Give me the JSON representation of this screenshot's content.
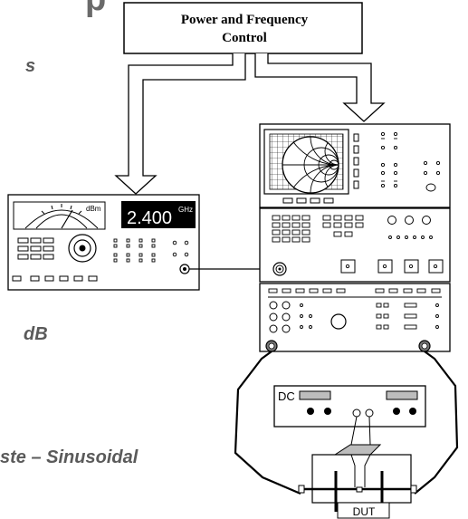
{
  "slide_text_fragments": {
    "title_fragment": "p",
    "fragment_s": "s",
    "fragment_db": "dB",
    "fragment_bottom": "ste – Sinusoidal"
  },
  "control_box": {
    "label_line1": "Power and Frequency",
    "label_line2": "Control"
  },
  "power_meter": {
    "unit_label": "dBm",
    "display_value": "2.400",
    "display_unit": "GHz"
  },
  "dc_supply": {
    "label": "DC"
  },
  "dut": {
    "label": "DUT"
  }
}
